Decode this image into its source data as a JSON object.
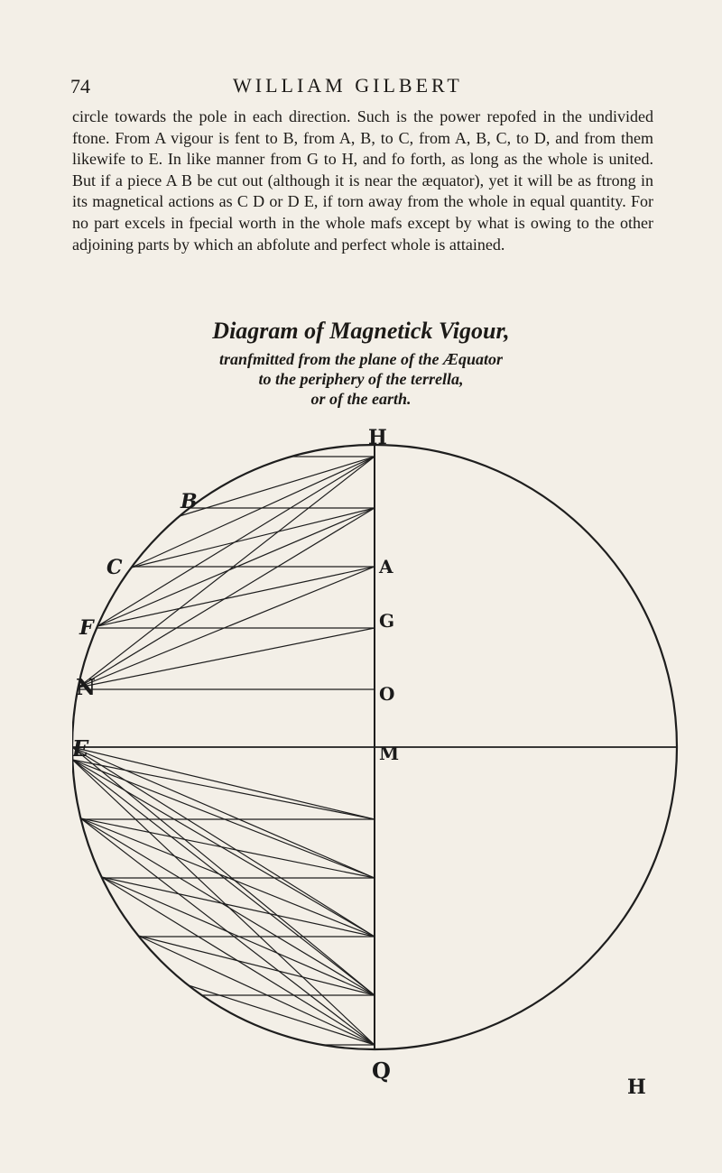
{
  "header": {
    "page_number": "74",
    "running_head": "WILLIAM GILBERT"
  },
  "text": {
    "paragraph": "circle towards the pole in each direction. Such is the power repofed in the undivided ftone. From A vigour is fent to B, from A, B, to C, from A, B, C, to D, and from them likewife to E. In like manner from G to H, and fo forth, as long as the whole is united. But if a piece A B be cut out (although it is near the æquator), yet it will be as ftrong in its magnetical actions as C D or D E, if torn away from the whole in equal quantity. For no part excels in fpecial worth in the whole mafs except by what is owing to the other adjoining parts by which an abfolute and perfect whole is attained."
  },
  "caption": {
    "title": "Diagram of Magnetick Vigour,",
    "line1": "tranfmitted from the plane of the Æquator",
    "line2": "to the periphery of the terrella,",
    "line3": "or of the earth."
  },
  "diagram": {
    "labels": {
      "top": "H",
      "b": "B",
      "c": "C",
      "f": "F",
      "n": "N",
      "e": "E",
      "a": "A",
      "g": "G",
      "o": "O",
      "m": "M",
      "bottom": "Q",
      "corner": "H"
    }
  }
}
